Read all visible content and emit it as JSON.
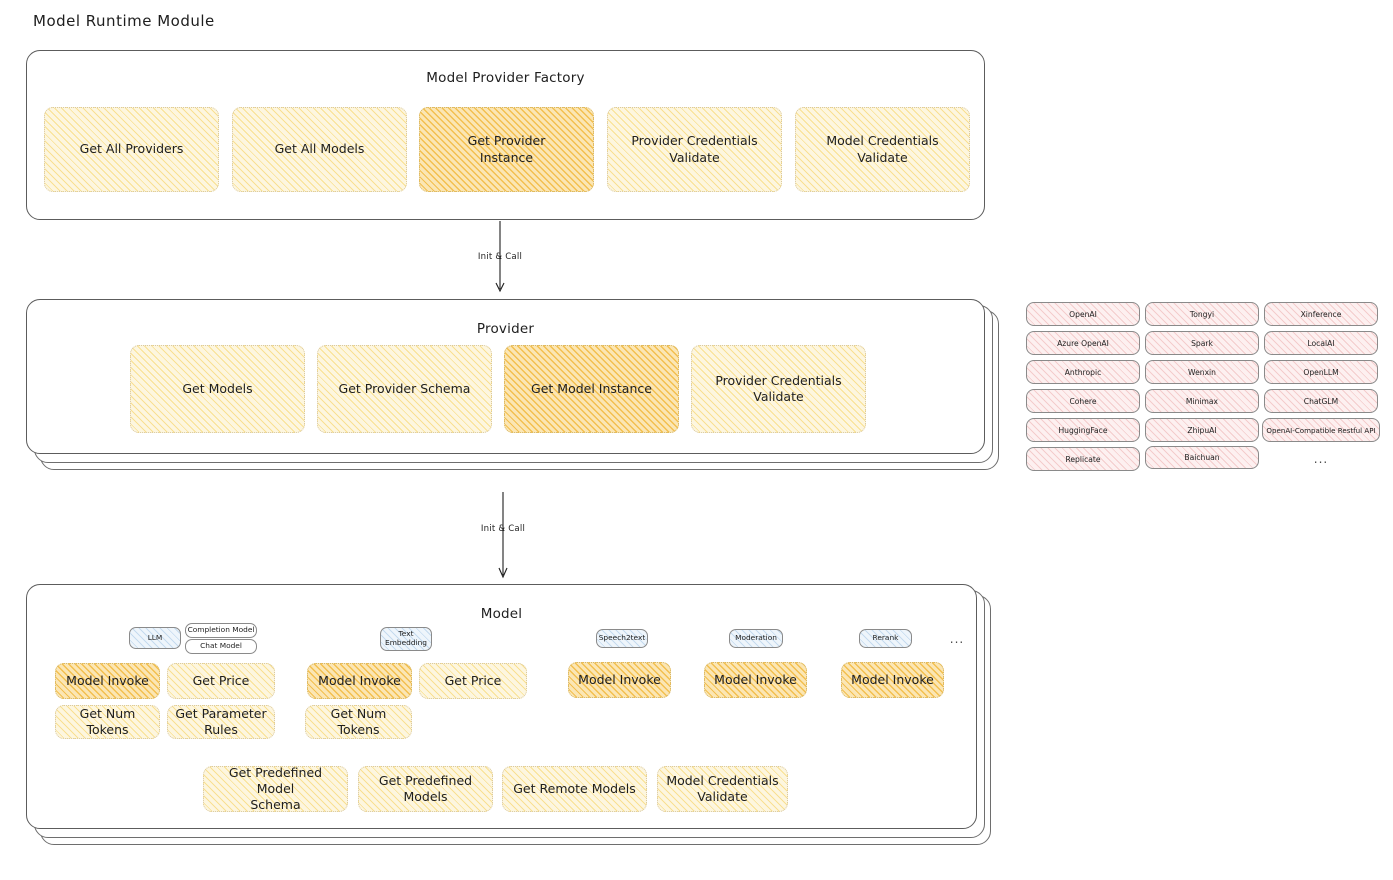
{
  "page": {
    "title": "Model Runtime Module",
    "colors": {
      "accent_light": "#fdf6df",
      "accent_strong": "#fbe6b4",
      "provider_chip": "#fdf0f0",
      "model_tag": "#eef5fb",
      "stroke": "#5c5c5c",
      "text": "#1e1e1e"
    }
  },
  "factory": {
    "title": "Model Provider Factory",
    "boxes": [
      {
        "label": "Get All Providers",
        "highlight": false
      },
      {
        "label": "Get All Models",
        "highlight": false
      },
      {
        "label": "Get Provider\nInstance",
        "highlight": true
      },
      {
        "label": "Provider Credentials\nValidate",
        "highlight": false
      },
      {
        "label": "Model Credentials\nValidate",
        "highlight": false
      }
    ]
  },
  "arrows": [
    {
      "label": "Init & Call",
      "from": "factory",
      "to": "provider"
    },
    {
      "label": "Init & Call",
      "from": "provider",
      "to": "model"
    }
  ],
  "provider": {
    "title": "Provider",
    "boxes": [
      {
        "label": "Get Models",
        "highlight": false
      },
      {
        "label": "Get Provider Schema",
        "highlight": false
      },
      {
        "label": "Get Model Instance",
        "highlight": true
      },
      {
        "label": "Provider Credentials\nValidate",
        "highlight": false
      }
    ]
  },
  "provider_list": {
    "column1": [
      "OpenAI",
      "Azure OpenAI",
      "Anthropic",
      "Cohere",
      "HuggingFace",
      "Replicate"
    ],
    "column2": [
      "Tongyi",
      "Spark",
      "Wenxin",
      "Minimax",
      "ZhipuAI",
      "Baichuan"
    ],
    "column3": [
      "Xinference",
      "LocalAI",
      "OpenLLM",
      "ChatGLM",
      "OpenAI-Compatible Restful API"
    ],
    "more": "..."
  },
  "model": {
    "title": "Model",
    "more": "...",
    "types": [
      {
        "tag": "LLM",
        "tag_style": "blue",
        "subtags": [
          "Completion Model",
          "Chat Model"
        ],
        "boxes": [
          {
            "label": "Model Invoke",
            "highlight": true
          },
          {
            "label": "Get Price",
            "highlight": false
          },
          {
            "label": "Get Num Tokens",
            "highlight": false
          },
          {
            "label": "Get Parameter\nRules",
            "highlight": false
          }
        ]
      },
      {
        "tag": "Text\nEmbedding",
        "tag_style": "blue",
        "subtags": [],
        "boxes": [
          {
            "label": "Model Invoke",
            "highlight": true
          },
          {
            "label": "Get Price",
            "highlight": false
          },
          {
            "label": "Get Num Tokens",
            "highlight": false
          }
        ]
      },
      {
        "tag": "Speech2text",
        "tag_style": "blue",
        "subtags": [],
        "boxes": [
          {
            "label": "Model Invoke",
            "highlight": true
          }
        ]
      },
      {
        "tag": "Moderation",
        "tag_style": "blue",
        "subtags": [],
        "boxes": [
          {
            "label": "Model Invoke",
            "highlight": true
          }
        ]
      },
      {
        "tag": "Rerank",
        "tag_style": "blue",
        "subtags": [],
        "boxes": [
          {
            "label": "Model Invoke",
            "highlight": true
          }
        ]
      }
    ],
    "common_boxes": [
      "Get Predefined Model\nSchema",
      "Get Predefined\nModels",
      "Get Remote Models",
      "Model Credentials\nValidate"
    ]
  }
}
